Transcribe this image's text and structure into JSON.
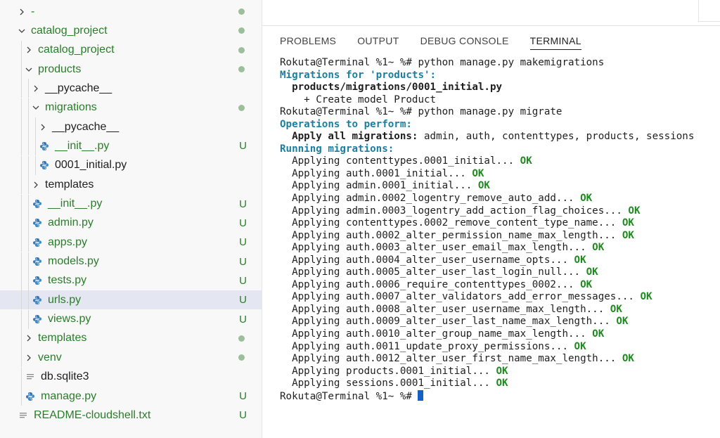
{
  "explorer": {
    "items": [
      {
        "label": "-",
        "level": 0,
        "kind": "folder",
        "expanded": false,
        "status": "dot",
        "labelClass": "git-added"
      },
      {
        "label": "catalog_project",
        "level": 0,
        "kind": "folder",
        "expanded": true,
        "status": "dot",
        "labelClass": "git-added"
      },
      {
        "label": "catalog_project",
        "level": 1,
        "kind": "folder",
        "expanded": false,
        "status": "dot",
        "labelClass": "git-added"
      },
      {
        "label": "products",
        "level": 1,
        "kind": "folder",
        "expanded": true,
        "status": "dot",
        "labelClass": "git-added"
      },
      {
        "label": "__pycache__",
        "level": 2,
        "kind": "folder",
        "expanded": false,
        "status": "",
        "labelClass": "plain"
      },
      {
        "label": "migrations",
        "level": 2,
        "kind": "folder",
        "expanded": true,
        "status": "dot",
        "labelClass": "git-added"
      },
      {
        "label": "__pycache__",
        "level": 3,
        "kind": "folder",
        "expanded": false,
        "status": "",
        "labelClass": "plain"
      },
      {
        "label": "__init__.py",
        "level": 3,
        "kind": "python",
        "expanded": false,
        "status": "U",
        "labelClass": "git-added"
      },
      {
        "label": "0001_initial.py",
        "level": 3,
        "kind": "python",
        "expanded": false,
        "status": "",
        "labelClass": "plain"
      },
      {
        "label": "templates",
        "level": 2,
        "kind": "folder",
        "expanded": false,
        "status": "",
        "labelClass": "plain"
      },
      {
        "label": "__init__.py",
        "level": 2,
        "kind": "python",
        "expanded": false,
        "status": "U",
        "labelClass": "git-added"
      },
      {
        "label": "admin.py",
        "level": 2,
        "kind": "python",
        "expanded": false,
        "status": "U",
        "labelClass": "git-added"
      },
      {
        "label": "apps.py",
        "level": 2,
        "kind": "python",
        "expanded": false,
        "status": "U",
        "labelClass": "git-added"
      },
      {
        "label": "models.py",
        "level": 2,
        "kind": "python",
        "expanded": false,
        "status": "U",
        "labelClass": "git-added"
      },
      {
        "label": "tests.py",
        "level": 2,
        "kind": "python",
        "expanded": false,
        "status": "U",
        "labelClass": "git-added"
      },
      {
        "label": "urls.py",
        "level": 2,
        "kind": "python",
        "expanded": false,
        "status": "U",
        "labelClass": "git-added",
        "selected": true
      },
      {
        "label": "views.py",
        "level": 2,
        "kind": "python",
        "expanded": false,
        "status": "U",
        "labelClass": "git-added"
      },
      {
        "label": "templates",
        "level": 1,
        "kind": "folder",
        "expanded": false,
        "status": "dot",
        "labelClass": "git-added"
      },
      {
        "label": "venv",
        "level": 1,
        "kind": "folder",
        "expanded": false,
        "status": "dot",
        "labelClass": "git-added"
      },
      {
        "label": "db.sqlite3",
        "level": 1,
        "kind": "text",
        "expanded": false,
        "status": "",
        "labelClass": "plain"
      },
      {
        "label": "manage.py",
        "level": 1,
        "kind": "python",
        "expanded": false,
        "status": "U",
        "labelClass": "git-added"
      },
      {
        "label": "README-cloudshell.txt",
        "level": 0,
        "kind": "text",
        "expanded": false,
        "status": "U",
        "labelClass": "git-added"
      }
    ]
  },
  "panel": {
    "tabs": [
      {
        "label": "PROBLEMS",
        "active": false
      },
      {
        "label": "OUTPUT",
        "active": false
      },
      {
        "label": "DEBUG CONSOLE",
        "active": false
      },
      {
        "label": "TERMINAL",
        "active": true
      }
    ]
  },
  "terminal": {
    "lines": [
      [
        {
          "t": "Rokuta@Terminal %1~ %# python manage.py makemigrations"
        }
      ],
      [
        {
          "t": "Migrations for 'products':",
          "c": "blue"
        }
      ],
      [
        {
          "t": "  "
        },
        {
          "t": "products/migrations/0001_initial.py",
          "c": "bold"
        }
      ],
      [
        {
          "t": "    + Create model Product"
        }
      ],
      [
        {
          "t": "Rokuta@Terminal %1~ %# python manage.py migrate"
        }
      ],
      [
        {
          "t": "Operations to perform:",
          "c": "blue"
        }
      ],
      [
        {
          "t": "  "
        },
        {
          "t": "Apply all migrations:",
          "c": "bold"
        },
        {
          "t": " admin, auth, contenttypes, products, sessions"
        }
      ],
      [
        {
          "t": "Running migrations:",
          "c": "blue"
        }
      ],
      [
        {
          "t": "  Applying contenttypes.0001_initial... "
        },
        {
          "t": "OK",
          "c": "green"
        }
      ],
      [
        {
          "t": "  Applying auth.0001_initial... "
        },
        {
          "t": "OK",
          "c": "green"
        }
      ],
      [
        {
          "t": "  Applying admin.0001_initial... "
        },
        {
          "t": "OK",
          "c": "green"
        }
      ],
      [
        {
          "t": "  Applying admin.0002_logentry_remove_auto_add... "
        },
        {
          "t": "OK",
          "c": "green"
        }
      ],
      [
        {
          "t": "  Applying admin.0003_logentry_add_action_flag_choices... "
        },
        {
          "t": "OK",
          "c": "green"
        }
      ],
      [
        {
          "t": "  Applying contenttypes.0002_remove_content_type_name... "
        },
        {
          "t": "OK",
          "c": "green"
        }
      ],
      [
        {
          "t": "  Applying auth.0002_alter_permission_name_max_length... "
        },
        {
          "t": "OK",
          "c": "green"
        }
      ],
      [
        {
          "t": "  Applying auth.0003_alter_user_email_max_length... "
        },
        {
          "t": "OK",
          "c": "green"
        }
      ],
      [
        {
          "t": "  Applying auth.0004_alter_user_username_opts... "
        },
        {
          "t": "OK",
          "c": "green"
        }
      ],
      [
        {
          "t": "  Applying auth.0005_alter_user_last_login_null... "
        },
        {
          "t": "OK",
          "c": "green"
        }
      ],
      [
        {
          "t": "  Applying auth.0006_require_contenttypes_0002... "
        },
        {
          "t": "OK",
          "c": "green"
        }
      ],
      [
        {
          "t": "  Applying auth.0007_alter_validators_add_error_messages... "
        },
        {
          "t": "OK",
          "c": "green"
        }
      ],
      [
        {
          "t": "  Applying auth.0008_alter_user_username_max_length... "
        },
        {
          "t": "OK",
          "c": "green"
        }
      ],
      [
        {
          "t": "  Applying auth.0009_alter_user_last_name_max_length... "
        },
        {
          "t": "OK",
          "c": "green"
        }
      ],
      [
        {
          "t": "  Applying auth.0010_alter_group_name_max_length... "
        },
        {
          "t": "OK",
          "c": "green"
        }
      ],
      [
        {
          "t": "  Applying auth.0011_update_proxy_permissions... "
        },
        {
          "t": "OK",
          "c": "green"
        }
      ],
      [
        {
          "t": "  Applying auth.0012_alter_user_first_name_max_length... "
        },
        {
          "t": "OK",
          "c": "green"
        }
      ],
      [
        {
          "t": "  Applying products.0001_initial... "
        },
        {
          "t": "OK",
          "c": "green"
        }
      ],
      [
        {
          "t": "  Applying sessions.0001_initial... "
        },
        {
          "t": "OK",
          "c": "green"
        }
      ],
      [
        {
          "t": "Rokuta@Terminal %1~ %# "
        },
        {
          "cursor": true
        }
      ]
    ]
  },
  "colors": {
    "git_added": "#2a7d2a",
    "terminal_heading": "#1a7fa0",
    "terminal_ok": "#1f8a1f",
    "selection": "#e4e6f1",
    "cursor": "#1560c7"
  },
  "icons": {
    "collapsed": "chevron-right-icon",
    "expanded": "chevron-down-icon",
    "python": "python-file-icon",
    "text": "text-file-icon"
  }
}
